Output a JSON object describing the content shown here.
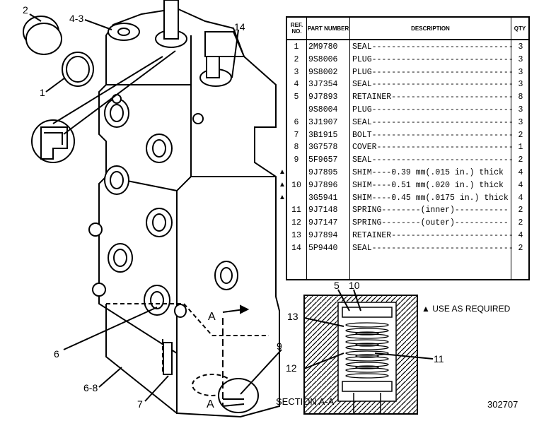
{
  "callouts": {
    "c2": "2",
    "c4_3": "4-3",
    "c14": "14",
    "c1": "1",
    "c6": "6",
    "c6_8": "6-8",
    "c7": "7",
    "c9": "9",
    "cA_top": "A",
    "cA_bottom": "A",
    "c5": "5",
    "c10": "10",
    "c13": "13",
    "c11": "11",
    "c12": "12",
    "section_label": "SECTION A-A",
    "use_as_required": "▲ USE AS REQUIRED",
    "figure_number": "302707"
  },
  "table": {
    "headers": {
      "ref": "REF. NO.",
      "part": "PART NUMBER",
      "description": "DESCRIPTION",
      "qty": "QTY"
    },
    "rows": [
      {
        "ref": "1",
        "part": "2M9780",
        "desc": "SEAL-----------------------------",
        "qty": "3",
        "marker": ""
      },
      {
        "ref": "2",
        "part": "9S8006",
        "desc": "PLUG-----------------------------",
        "qty": "3",
        "marker": ""
      },
      {
        "ref": "3",
        "part": "9S8002",
        "desc": "PLUG-----------------------------",
        "qty": "3",
        "marker": ""
      },
      {
        "ref": "4",
        "part": "3J7354",
        "desc": "SEAL-----------------------------",
        "qty": "3",
        "marker": ""
      },
      {
        "ref": "5",
        "part": "9J7893",
        "desc": "RETAINER-------------------------",
        "qty": "8",
        "marker": ""
      },
      {
        "ref": "",
        "part": "9S8004",
        "desc": "PLUG-----------------------------",
        "qty": "3",
        "marker": ""
      },
      {
        "ref": "6",
        "part": "3J1907",
        "desc": "SEAL-----------------------------",
        "qty": "3",
        "marker": ""
      },
      {
        "ref": "7",
        "part": "3B1915",
        "desc": "BOLT-----------------------------",
        "qty": "2",
        "marker": ""
      },
      {
        "ref": "8",
        "part": "3G7578",
        "desc": "COVER----------------------------",
        "qty": "1",
        "marker": ""
      },
      {
        "ref": "9",
        "part": "5F9657",
        "desc": "SEAL-----------------------------",
        "qty": "2",
        "marker": ""
      },
      {
        "ref": "",
        "part": "9J7895",
        "desc": "SHIM----0.39 mm(.015 in.) thick",
        "qty": "4",
        "marker": "▲"
      },
      {
        "ref": "10",
        "part": "9J7896",
        "desc": "SHIM----0.51 mm(.020 in.) thick",
        "qty": "4",
        "marker": "▲"
      },
      {
        "ref": "",
        "part": "3G5941",
        "desc": "SHIM----0.45 mm(.0175 in.) thick",
        "qty": "4",
        "marker": "▲"
      },
      {
        "ref": "11",
        "part": "9J7148",
        "desc": "SPRING--------(inner)-----------",
        "qty": "2",
        "marker": ""
      },
      {
        "ref": "12",
        "part": "9J7147",
        "desc": "SPRING--------(outer)-----------",
        "qty": "2",
        "marker": ""
      },
      {
        "ref": "13",
        "part": "9J7894",
        "desc": "RETAINER-------------------------",
        "qty": "4",
        "marker": ""
      },
      {
        "ref": "14",
        "part": "5P9440",
        "desc": "SEAL-----------------------------",
        "qty": "2",
        "marker": ""
      }
    ]
  }
}
